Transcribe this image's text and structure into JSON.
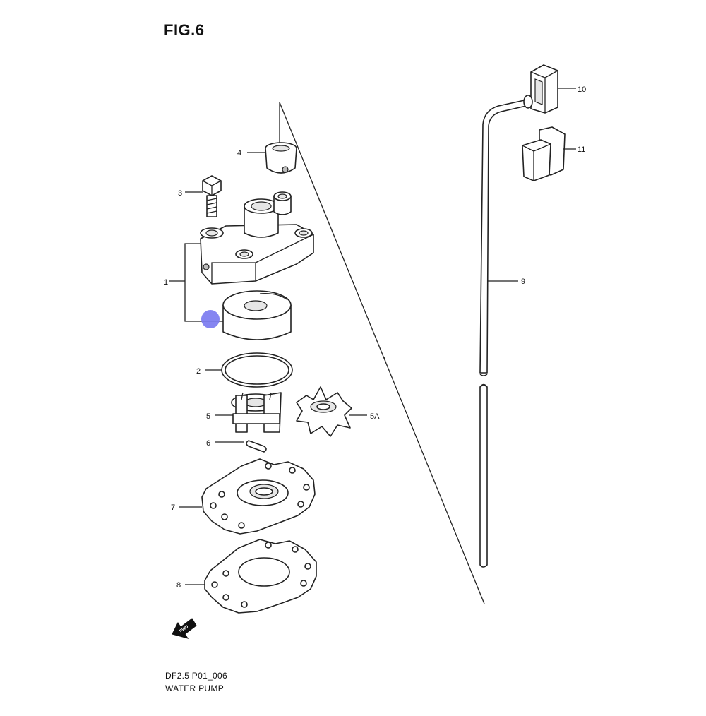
{
  "figure": {
    "title": "FIG.6",
    "code": "DF2.5 P01_006",
    "name": "WATER PUMP"
  },
  "callouts": [
    "1",
    "2",
    "3",
    "4",
    "5",
    "5A",
    "6",
    "7",
    "8",
    "9",
    "10",
    "11"
  ],
  "fwd_label": "FWD",
  "marker_color": "#7b7bf0"
}
